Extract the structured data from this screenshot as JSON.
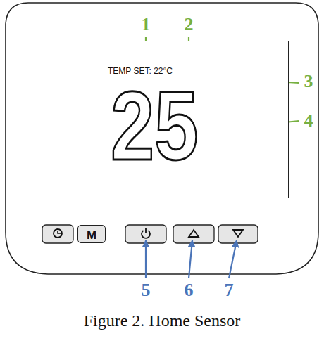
{
  "diagram": {
    "caption": "Figure 2. Home Sensor",
    "nodes": [
      {
        "text": [
          "TEMP SET: 22°C",
          "25"
        ]
      },
      {
        "text": [
          "M"
        ]
      }
    ],
    "edges": [],
    "labels": [
      "1",
      "2",
      "3",
      "4",
      "5",
      "6",
      "7"
    ]
  }
}
